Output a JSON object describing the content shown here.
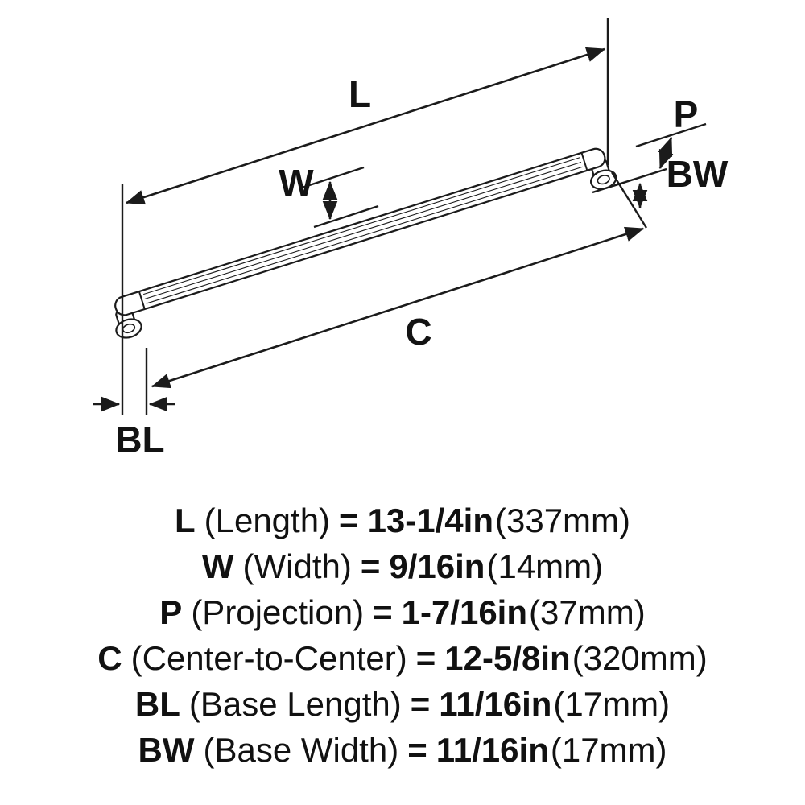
{
  "diagram": {
    "dim_labels": {
      "L": "L",
      "W": "W",
      "P": "P",
      "BW": "BW",
      "C": "C",
      "BL": "BL"
    }
  },
  "legend": {
    "rows": [
      {
        "symbol": "L",
        "name": "(Length)",
        "equals": "=",
        "value": "13-1/4in",
        "metric": "(337mm)"
      },
      {
        "symbol": "W",
        "name": "(Width)",
        "equals": "=",
        "value": "9/16in",
        "metric": "(14mm)"
      },
      {
        "symbol": "P",
        "name": "(Projection)",
        "equals": "=",
        "value": "1-7/16in",
        "metric": "(37mm)"
      },
      {
        "symbol": "C",
        "name": "(Center-to-Center)",
        "equals": "=",
        "value": "12-5/8in",
        "metric": "(320mm)"
      },
      {
        "symbol": "BL",
        "name": "(Base Length)",
        "equals": "=",
        "value": "11/16in",
        "metric": "(17mm)"
      },
      {
        "symbol": "BW",
        "name": "(Base Width)",
        "equals": "=",
        "value": "11/16in",
        "metric": "(17mm)"
      }
    ]
  },
  "colors": {
    "line": "#1b1b1b",
    "text": "#111111",
    "background": "#ffffff"
  }
}
